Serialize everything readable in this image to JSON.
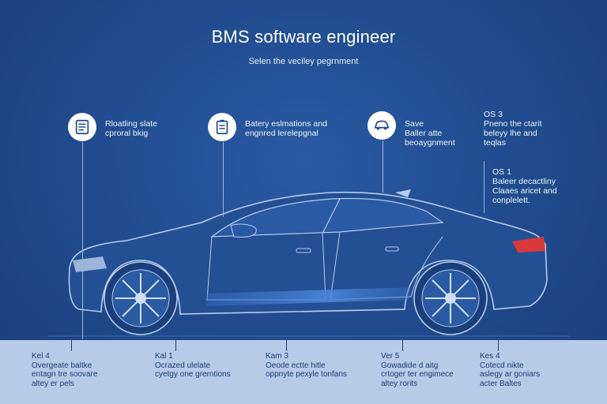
{
  "header": {
    "title": "BMS software engineer",
    "subtitle": "Selen the veciley pegrnment"
  },
  "callouts": [
    {
      "icon": "document-list-icon",
      "lines": [
        "Rloatling slate",
        "cproral bkig"
      ]
    },
    {
      "icon": "battery-report-icon",
      "lines": [
        "Batery eslmations and",
        "engnred lerelepgnal"
      ]
    },
    {
      "icon": "car-icon",
      "lines": [
        "Save",
        "Baller atte",
        "beoaygnment"
      ]
    },
    {
      "icon": null,
      "lines": [
        "OS 3",
        "Pneno the ctarit",
        "beleyy lhe and",
        "teqlas"
      ]
    },
    {
      "icon": null,
      "lines": [
        "OS 1",
        "Baleer decactliny",
        "Claaes aricet and",
        "conplelett."
      ]
    }
  ],
  "bottom_columns": [
    {
      "num": "Kel 4",
      "lines": [
        "Overgeate baltke",
        "entagn tre soovare",
        "altey er pels"
      ]
    },
    {
      "num": "Kal 1",
      "lines": [
        "Ocrazed ulelate",
        "cyetgy one grerntions"
      ]
    },
    {
      "num": "Kam 3",
      "lines": [
        "Oeode ectte hitle",
        "oppnyte pexyle tonfans"
      ]
    },
    {
      "num": "Ver 5",
      "lines": [
        "Gowadide d aitg",
        "crtoger ter engimece",
        "altey rorits"
      ]
    },
    {
      "num": "Kes 4",
      "lines": [
        "Cotecd nikte",
        "aslegy ar goniars",
        "acter Baltes"
      ]
    }
  ],
  "colors": {
    "background": "#1f4a8c",
    "line": "#9ab6e2",
    "band": "#b7cbe8",
    "taillight": "#d83a3a"
  }
}
